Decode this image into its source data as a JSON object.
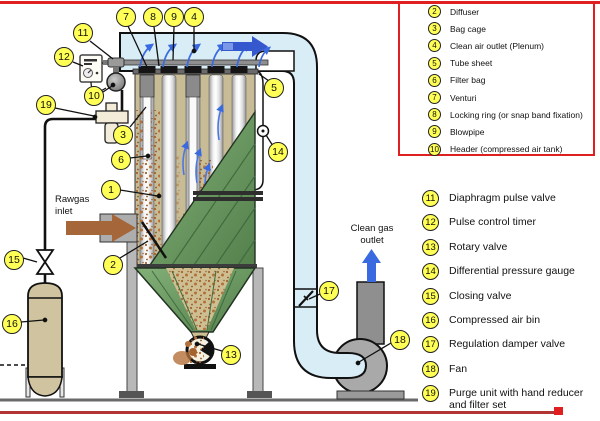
{
  "labels": {
    "raw_gas_line1": "Rawgas",
    "raw_gas_line2": "inlet",
    "clean_gas_line1": "Clean gas",
    "clean_gas_line2": "outlet"
  },
  "callouts": {
    "c1": "1",
    "c2": "2",
    "c3": "3",
    "c4": "4",
    "c5": "5",
    "c6": "6",
    "c7": "7",
    "c8": "8",
    "c9": "9",
    "c10": "10",
    "c11": "11",
    "c12": "12",
    "c13": "13",
    "c14": "14",
    "c15": "15",
    "c16": "16",
    "c17": "17",
    "c18": "18",
    "c19": "19"
  },
  "legend_top": {
    "items": [
      {
        "num": "2",
        "label": "Diffuser"
      },
      {
        "num": "3",
        "label": "Bag cage"
      },
      {
        "num": "4",
        "label": "Clean air outlet (Plenum)"
      },
      {
        "num": "5",
        "label": "Tube sheet"
      },
      {
        "num": "6",
        "label": "Filter bag"
      },
      {
        "num": "7",
        "label": "Venturi"
      },
      {
        "num": "8",
        "label": "Locking ring (or snap band fixation)"
      },
      {
        "num": "9",
        "label": "Blowpipe"
      },
      {
        "num": "10",
        "label": "Header (compressed air tank)"
      }
    ]
  },
  "legend_bottom": {
    "items": [
      {
        "num": "11",
        "label": "Diaphragm pulse valve"
      },
      {
        "num": "12",
        "label": "Pulse control timer"
      },
      {
        "num": "13",
        "label": "Rotary valve"
      },
      {
        "num": "14",
        "label": "Differential pressure gauge"
      },
      {
        "num": "15",
        "label": "Closing valve"
      },
      {
        "num": "16",
        "label": "Compressed air bin"
      },
      {
        "num": "17",
        "label": "Regulation  damper valve"
      },
      {
        "num": "18",
        "label": "Fan"
      },
      {
        "num": "19",
        "label": "Purge unit with hand reducer and filter set"
      }
    ]
  },
  "colors": {
    "accent_red": "#e02020",
    "callout_yellow": "#ffff55",
    "duct_blue": "#d9edf6",
    "arrow_blue": "#3a6ae0",
    "hopper_green": "#6a9a60",
    "dust_brown": "#a5622d",
    "body_tan": "#c8bc96"
  }
}
